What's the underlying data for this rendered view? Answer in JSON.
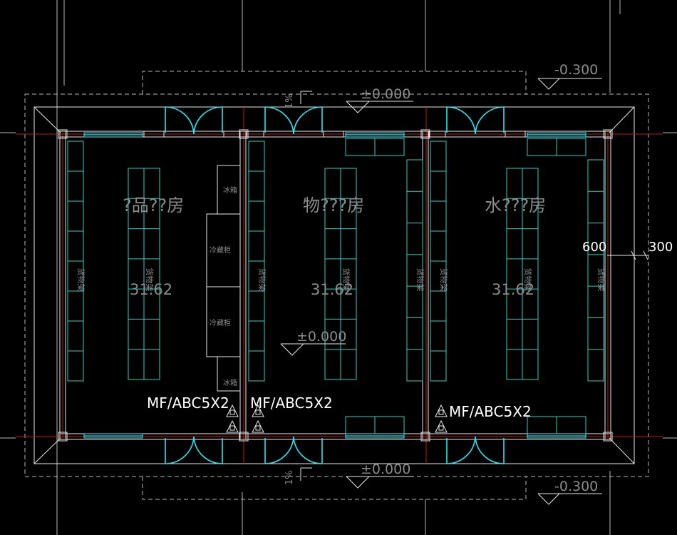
{
  "rooms": [
    {
      "name": "?品??房",
      "area": "31.62"
    },
    {
      "name": "物???房",
      "area": "31.62"
    },
    {
      "name": "水???房",
      "area": "31.62"
    }
  ],
  "levels": {
    "outside_top": "-0.300",
    "outside_bottom": "-0.300",
    "entry_top": "±0.000",
    "entry_bottom": "±0.000",
    "interior": "±0.000"
  },
  "slope": {
    "top": "1%",
    "bottom": "1%"
  },
  "dimensions": {
    "left": "600",
    "right": "300"
  },
  "labels": {
    "shelf": "货物架",
    "freezer": "冰箱",
    "fridge": "冷藏柜"
  },
  "extinguishers": [
    {
      "label": "MF/ABC5X2"
    },
    {
      "label": "MF/ABC5X2"
    },
    {
      "label": "MF/ABC5X2"
    }
  ],
  "colors": {
    "background": "#000000",
    "wall": "#e8e8e8",
    "grid_axis": "#c41414",
    "door": "#22d3e4",
    "shelf": "#2fd0c0",
    "room_text": "#8c8c8c"
  }
}
